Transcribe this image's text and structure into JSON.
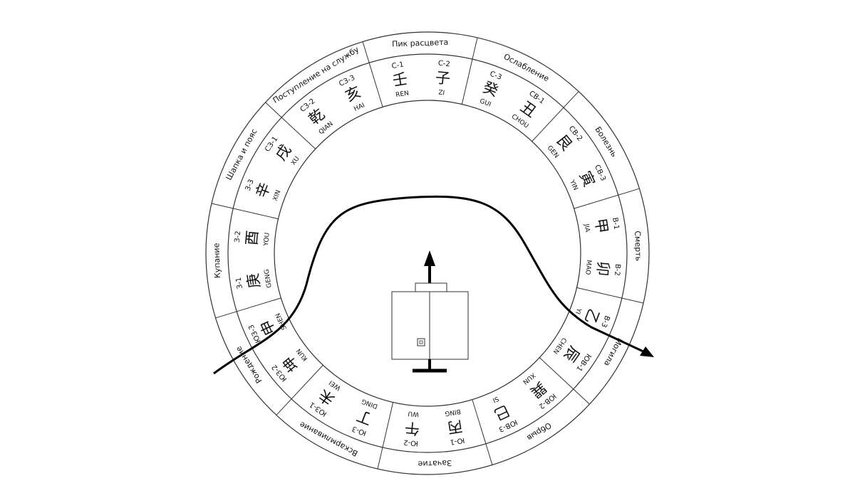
{
  "stages": [
    "Пик расцвета",
    "Ослабление",
    "Болезнь",
    "Смерть",
    "Могила",
    "Обрыв",
    "Зачатие",
    "Вскармливание",
    "Рождение",
    "Купание",
    "Шапка и пояс",
    "Поступление на службу"
  ],
  "groups": [
    [
      {
        "code": "С-1",
        "char": "壬",
        "pinyin": "REN"
      },
      {
        "code": "С-2",
        "char": "子",
        "pinyin": "ZI"
      }
    ],
    [
      {
        "code": "С-3",
        "char": "癸",
        "pinyin": "GUI"
      },
      {
        "code": "СВ-1",
        "char": "丑",
        "pinyin": "CHOU"
      }
    ],
    [
      {
        "code": "СВ-2",
        "char": "艮",
        "pinyin": "GEN"
      },
      {
        "code": "СВ-3",
        "char": "寅",
        "pinyin": "YIN"
      }
    ],
    [
      {
        "code": "В-1",
        "char": "甲",
        "pinyin": "JIA"
      },
      {
        "code": "В-2",
        "char": "卯",
        "pinyin": "MAO"
      }
    ],
    [
      {
        "code": "В-3",
        "char": "乙",
        "pinyin": "YI"
      },
      {
        "code": "ЮВ-1",
        "char": "辰",
        "pinyin": "CHEN"
      }
    ],
    [
      {
        "code": "ЮВ-2",
        "char": "巽",
        "pinyin": "XUN"
      },
      {
        "code": "ЮВ-3",
        "char": "巳",
        "pinyin": "SI"
      }
    ],
    [
      {
        "code": "Ю-1",
        "char": "丙",
        "pinyin": "BING"
      },
      {
        "code": "Ю-2",
        "char": "午",
        "pinyin": "WU"
      }
    ],
    [
      {
        "code": "Ю-3",
        "char": "丁",
        "pinyin": "DING"
      },
      {
        "code": "ЮЗ-1",
        "char": "未",
        "pinyin": "WEI"
      }
    ],
    [
      {
        "code": "ЮЗ-2",
        "char": "坤",
        "pinyin": "KUN"
      },
      {
        "code": "ЮЗ-3",
        "char": "申",
        "pinyin": "SHEN"
      }
    ],
    [
      {
        "code": "З-1",
        "char": "庚",
        "pinyin": "GENG"
      },
      {
        "code": "З-2",
        "char": "酉",
        "pinyin": "YOU"
      }
    ],
    [
      {
        "code": "З-3",
        "char": "辛",
        "pinyin": "XIN"
      },
      {
        "code": "СЗ-1",
        "char": "戌",
        "pinyin": "XU"
      }
    ],
    [
      {
        "code": "СЗ-2",
        "char": "乾",
        "pinyin": "QIAN"
      },
      {
        "code": "СЗ-3",
        "char": "亥",
        "pinyin": "HAI"
      }
    ]
  ],
  "colors": {
    "line": "#222222",
    "background": "#ffffff"
  }
}
